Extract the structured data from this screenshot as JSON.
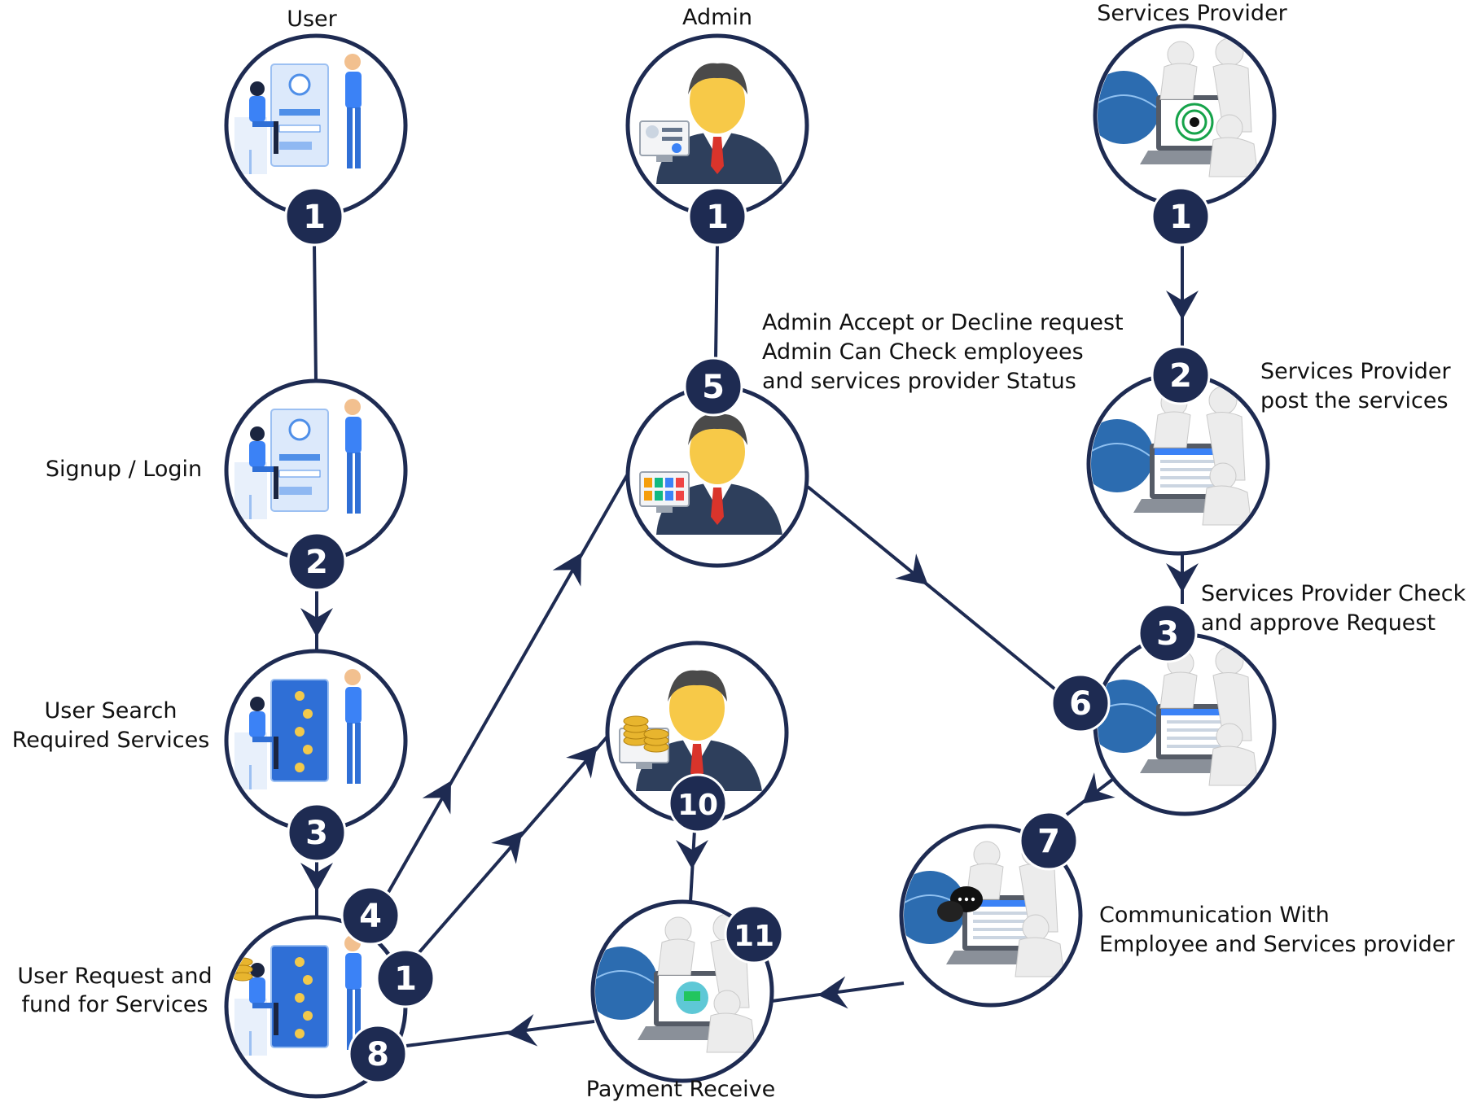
{
  "colors": {
    "navy": "#1e2b52",
    "accent": "#3b82f6",
    "skin": "#f7c948",
    "suit": "#2e3f5c",
    "tie": "#d9342b",
    "globe": "#2c6cb0"
  },
  "columns": {
    "user": "User",
    "admin": "Admin",
    "provider": "Services Provider"
  },
  "labels": {
    "signup": "Signup / Login",
    "search": [
      "User Search",
      "Required Services"
    ],
    "request": [
      "User Request and",
      "fund for Services"
    ],
    "admin_accept": [
      "Admin Accept or Decline request",
      "Admin Can Check employees",
      "and services provider Status"
    ],
    "provider_post": [
      "Services Provider",
      "post the services"
    ],
    "provider_check": [
      "Services Provider Check",
      "and approve Request"
    ],
    "communication": [
      "Communication With",
      "Employee and Services provider"
    ],
    "payment": "Payment Receive"
  },
  "nodes": [
    {
      "id": "user-login",
      "kind": "user",
      "badges": [
        "1"
      ]
    },
    {
      "id": "user-signup",
      "kind": "user",
      "badges": [
        "2"
      ]
    },
    {
      "id": "user-search",
      "kind": "user-search",
      "badges": [
        "3"
      ]
    },
    {
      "id": "user-request",
      "kind": "user-request",
      "badges": [
        "4",
        "1",
        "8"
      ]
    },
    {
      "id": "admin-top",
      "kind": "admin",
      "badges": [
        "1"
      ]
    },
    {
      "id": "admin-review",
      "kind": "admin-review",
      "badges": [
        "5"
      ]
    },
    {
      "id": "admin-payment",
      "kind": "admin-coins",
      "badges": [
        "10"
      ]
    },
    {
      "id": "provider-top",
      "kind": "provider",
      "badges": [
        "1"
      ]
    },
    {
      "id": "provider-post",
      "kind": "provider",
      "badges": [
        "2"
      ]
    },
    {
      "id": "provider-check",
      "kind": "provider",
      "badges": [
        "3",
        "6"
      ]
    },
    {
      "id": "communication",
      "kind": "provider-chat",
      "badges": [
        "7"
      ]
    },
    {
      "id": "payment-receive",
      "kind": "provider-pay",
      "badges": [
        "11"
      ]
    }
  ]
}
